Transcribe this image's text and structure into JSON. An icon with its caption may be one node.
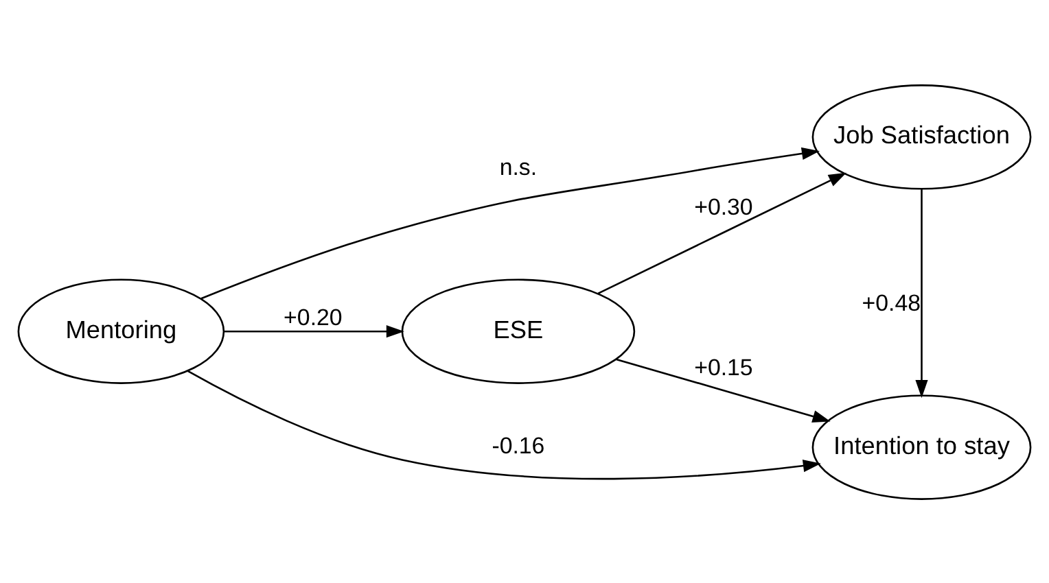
{
  "diagram": {
    "nodes": [
      {
        "text": [
          "Mentoring"
        ]
      },
      {
        "text": [
          "ESE"
        ]
      },
      {
        "text": [
          "Job Satisfaction"
        ]
      },
      {
        "text": [
          "Intention to stay"
        ]
      }
    ],
    "edges": [
      {
        "from": 0,
        "to": 2,
        "arrow": "to",
        "label": "n.s."
      },
      {
        "from": 0,
        "to": 1,
        "arrow": "to",
        "label": "+0.20"
      },
      {
        "from": 1,
        "to": 2,
        "arrow": "to",
        "label": "+0.30"
      },
      {
        "from": 1,
        "to": 3,
        "arrow": "to",
        "label": "+0.15"
      },
      {
        "from": 2,
        "to": 3,
        "arrow": "to",
        "label": "+0.48"
      },
      {
        "from": 0,
        "to": 3,
        "arrow": "to",
        "label": "-0.16"
      }
    ]
  }
}
